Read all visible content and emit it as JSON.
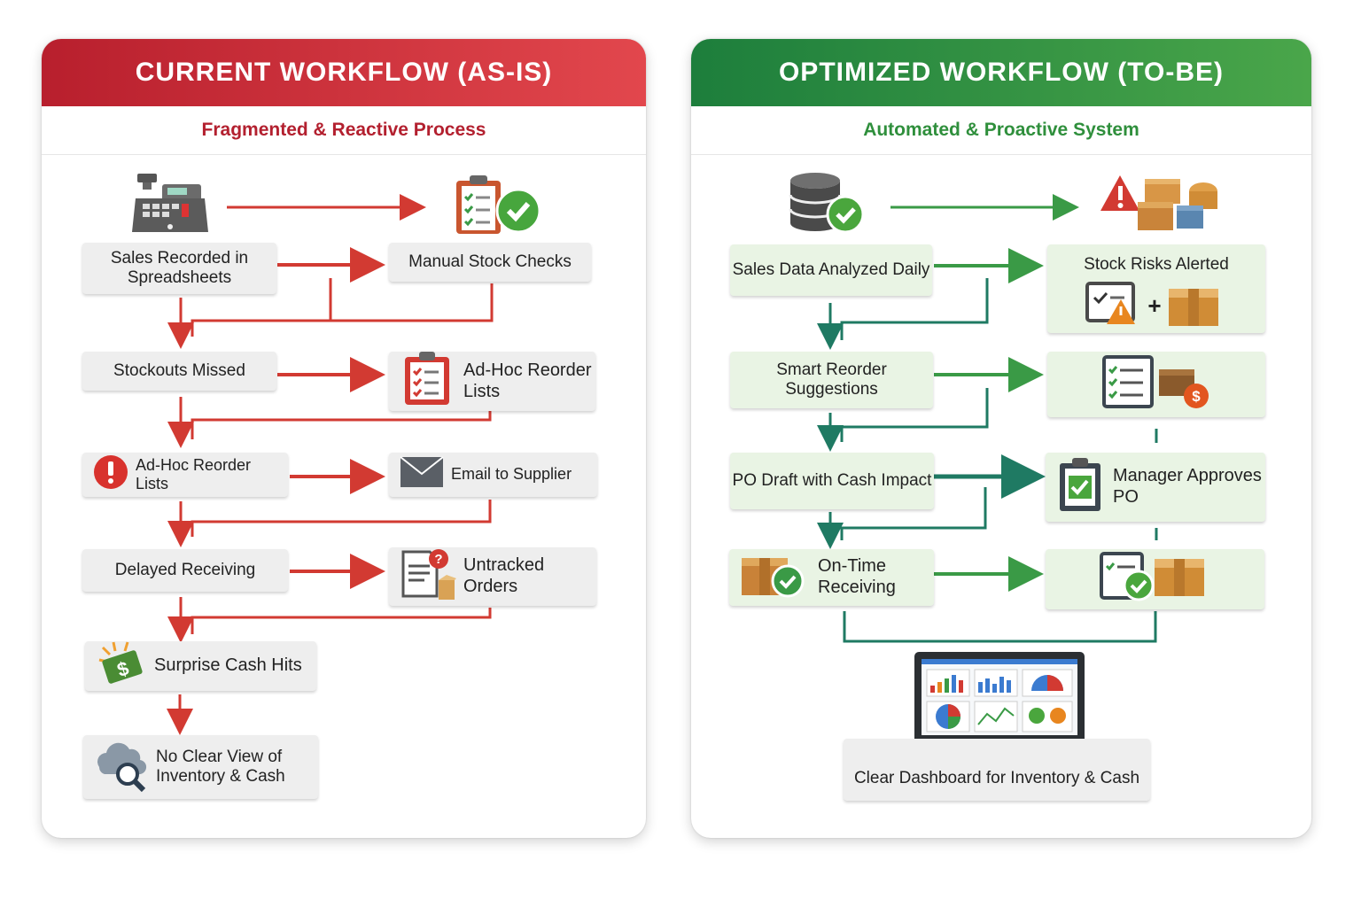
{
  "left": {
    "title": "CURRENT WORKFLOW (AS-IS)",
    "subtitle": "Fragmented & Reactive Process",
    "steps": {
      "sales_recorded": "Sales Recorded in Spreadsheets",
      "manual_stock": "Manual Stock Checks",
      "stockouts": "Stockouts Missed",
      "adhoc_lists_right": "Ad-Hoc Reorder Lists",
      "adhoc_lists_left": "Ad-Hoc Reorder Lists",
      "email_supplier": "Email to Supplier",
      "delayed": "Delayed Receiving",
      "untracked": "Untracked Orders",
      "surprise_cash": "Surprise Cash Hits",
      "no_clear_view": "No Clear View of Inventory & Cash"
    }
  },
  "right": {
    "title": "OPTIMIZED WORKFLOW (TO-BE)",
    "subtitle": "Automated & Proactive System",
    "steps": {
      "sales_analyzed": "Sales Data Analyzed Daily",
      "stock_risks": "Stock Risks Alerted",
      "smart_reorder": "Smart Reorder Suggestions",
      "po_draft": "PO Draft with Cash Impact",
      "manager_approves": "Manager Approves PO",
      "on_time": "On-Time Receiving",
      "dashboard": "Clear Dashboard for Inventory & Cash"
    }
  },
  "colors": {
    "red": "#d23a32",
    "green": "#3a9a46",
    "teal": "#1f7a63"
  },
  "icons": [
    "cash-register-icon",
    "clipboard-check-icon",
    "clipboard-list-icon",
    "alert-icon",
    "envelope-icon",
    "document-question-icon",
    "money-icon",
    "cloud-search-icon",
    "database-check-icon",
    "warning-boxes-icon",
    "checklist-money-icon",
    "clipboard-approve-icon",
    "box-check-icon",
    "monitor-dashboard-icon"
  ]
}
